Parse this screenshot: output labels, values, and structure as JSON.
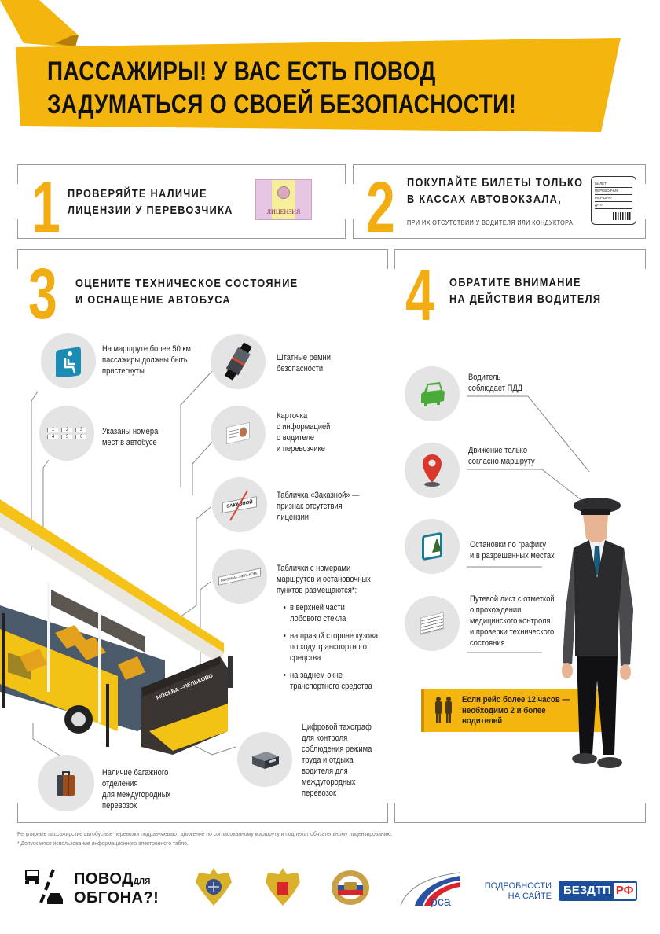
{
  "header": {
    "title_line1": "ПАССАЖИРЫ! У ВАС ЕСТЬ ПОВОД",
    "title_line2": "ЗАДУМАТЬСЯ О СВОЕЙ БЕЗОПАСНОСТИ!",
    "accent_color": "#f5b50f"
  },
  "sections": [
    {
      "number": "1",
      "title_line1": "ПРОВЕРЯЙТЕ НАЛИЧИЕ",
      "title_line2": "ЛИЦЕНЗИИ У ПЕРЕВОЗЧИКА",
      "image_label": "ЛИЦЕНЗИЯ"
    },
    {
      "number": "2",
      "title_line1": "ПОКУПАЙТЕ БИЛЕТЫ ТОЛЬКО",
      "title_line2": "В КАССАХ АВТОВОКЗАЛА,",
      "note": "ПРИ ИХ ОТСУТСТВИИ У ВОДИТЕЛЯ ИЛИ КОНДУКТОРА",
      "ticket_fields": [
        "БИЛЕТ",
        "ПЕРЕВОЗЧИК",
        "МАРШРУТ",
        "ДАТА"
      ]
    },
    {
      "number": "3",
      "title_line1": "ОЦЕНИТЕ ТЕХНИЧЕСКОЕ СОСТОЯНИЕ",
      "title_line2": "И ОСНАЩЕНИЕ АВТОБУСА",
      "items": [
        {
          "icon": "seat-icon",
          "lines": [
            "На маршруте более 50 км",
            "пассажиры должны быть",
            "пристегнуты"
          ]
        },
        {
          "icon": "seat-numbers-icon",
          "lines": [
            "Указаны номера",
            "мест в автобусе"
          ],
          "seat_numbers": [
            "1",
            "2",
            "3",
            "4",
            "5",
            "6"
          ]
        },
        {
          "icon": "seatbelt-icon",
          "lines": [
            "Штатные ремни",
            "безопасности"
          ]
        },
        {
          "icon": "id-card-icon",
          "lines": [
            "Карточка",
            "с информацией",
            "о водителе",
            "и перевозчике"
          ]
        },
        {
          "icon": "crossed-sign-icon",
          "lines": [
            "Табличка «Заказной» —",
            "признак отсутствия",
            "лицензии"
          ],
          "sign_text": "ЗАКАЗНОЙ"
        },
        {
          "icon": "route-sign-icon",
          "lines": [
            "Таблички с номерами",
            "маршрутов и остановочных",
            "пунктов размещаются*:"
          ],
          "sign_text": "МОСКВА—НЕЛЬКОВО",
          "bullets": [
            [
              "в верхней части",
              "лобового стекла"
            ],
            [
              "на правой стороне кузова",
              "по ходу транспортного",
              "средства"
            ],
            [
              "на заднем окне",
              "транспортного средства"
            ]
          ]
        },
        {
          "icon": "tachograph-icon",
          "lines": [
            "Цифровой тахограф",
            "для контроля",
            "соблюдения режима",
            "труда и отдыха",
            "водителя для",
            "междугородных",
            "перевозок"
          ]
        },
        {
          "icon": "suitcase-icon",
          "lines": [
            "Наличие багажного",
            "отделения",
            "для междугородных",
            "перевозок"
          ]
        }
      ],
      "bus_route_label": "МОСКВА—НЕЛЬКОВО"
    },
    {
      "number": "4",
      "title_line1": "ОБРАТИТЕ ВНИМАНИЕ",
      "title_line2": "НА ДЕЙСТВИЯ ВОДИТЕЛЯ",
      "items": [
        {
          "icon": "car-icon",
          "lines": [
            "Водитель",
            "соблюдает ПДД"
          ]
        },
        {
          "icon": "map-pin-icon",
          "lines": [
            "Движение только",
            "согласно маршруту"
          ]
        },
        {
          "icon": "bus-stop-sign-icon",
          "lines": [
            "Остановки по графику",
            "и в разрешенных местах"
          ]
        },
        {
          "icon": "waybill-icon",
          "lines": [
            "Путевой лист с отметкой",
            "о прохождении",
            "медицинского контроля",
            "и проверки технического",
            "состояния"
          ]
        }
      ],
      "banner": {
        "lines": [
          "Если рейс более 12 часов —",
          "необходимо 2 и более",
          "водителей"
        ]
      }
    }
  ],
  "footnotes": {
    "line1": "Регулярные пассажирские автобусные перевозки подразумевают движение по согласованному маршруту и подлежат обязательному лицензированию.",
    "line2": "* Допускается использование информационного электронного табло."
  },
  "footer": {
    "brand_line1": "ПОВОД",
    "brand_small": "ДЛЯ",
    "brand_line2": "ОБГОНА?!",
    "more_line1": "ПОДРОБНОСТИ",
    "more_line2": "НА САЙТЕ",
    "site_main": "БЕЗДТП",
    "site_suffix": "РФ",
    "rsa_label": "рса",
    "logos": [
      "mintrans-emblem",
      "rostransnadzor-emblem",
      "gibdd-emblem",
      "rsa-logo"
    ]
  }
}
